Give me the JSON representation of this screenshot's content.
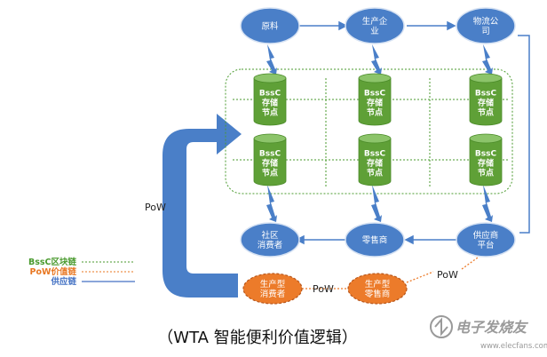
{
  "top_nodes": [
    {
      "lines": [
        "原料"
      ]
    },
    {
      "lines": [
        "生产企",
        "业"
      ]
    },
    {
      "lines": [
        "物流公",
        "司"
      ]
    }
  ],
  "storage_node": {
    "lines": [
      "BssC",
      "存储",
      "节点"
    ]
  },
  "bottom_nodes": [
    {
      "lines": [
        "社区",
        "消费者"
      ]
    },
    {
      "lines": [
        "零售商"
      ]
    },
    {
      "lines": [
        "供应商",
        "平台"
      ]
    }
  ],
  "pow_nodes": [
    {
      "lines": [
        "生产型",
        "消费者"
      ]
    },
    {
      "lines": [
        "生产型",
        "零售商"
      ]
    }
  ],
  "pow_labels": [
    "PoW",
    "PoW",
    "PoW"
  ],
  "legend": [
    {
      "label": "BssC区块链",
      "color": "#4a9a2e",
      "style": "dotted"
    },
    {
      "label": "PoW价值链",
      "color": "#e87722",
      "style": "dotted"
    },
    {
      "label": "供应链",
      "color": "#4472c4",
      "style": "solid"
    }
  ],
  "caption": "（WTA 智能便利价值逻辑）",
  "watermark": {
    "text": "电子发烧友",
    "url": "www.elecfans.com"
  },
  "colors": {
    "node_blue": "#4a7fc8",
    "node_stroke": "#ffffff",
    "cylinder_green": "#5fa037",
    "pow_orange": "#ec7b2a",
    "bolt_blue": "#4a7fc8",
    "arrow_blue": "#4a7fc8"
  }
}
